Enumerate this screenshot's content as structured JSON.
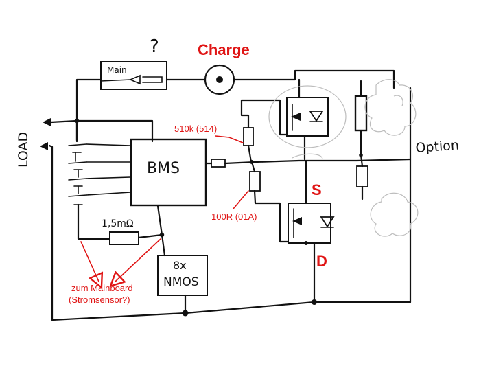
{
  "labels": {
    "charge": "Charge",
    "question": "?",
    "main": "Main",
    "load": "LOAD",
    "bms": "BMS",
    "r510k": "510k (514)",
    "r100": "100R (01A)",
    "shunt": "1,5mΩ",
    "nmos_count": "8x",
    "nmos": "NMOS",
    "s": "S",
    "d": "D",
    "option": "Option",
    "mainboard_line1": "zum Mainboard",
    "mainboard_line2": "(Stromsensor?)"
  },
  "colors": {
    "ink": "#111111",
    "annotation": "#e01515"
  }
}
